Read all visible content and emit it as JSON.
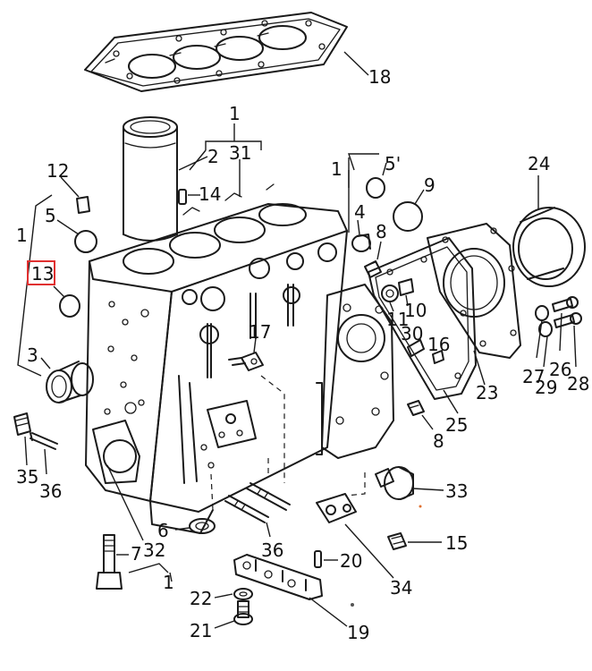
{
  "callouts": {
    "c1a": "1",
    "c1b": "1",
    "c1c": "1",
    "c1d": "1",
    "c2": "2",
    "c3": "3",
    "c4": "4",
    "c5": "5",
    "c5p": "5'",
    "c6": "6",
    "c7": "7",
    "c8a": "8",
    "c8b": "8",
    "c9": "9",
    "c10": "10",
    "c11": "11",
    "c12": "12",
    "c13": "13",
    "c14": "14",
    "c15": "15",
    "c16": "16",
    "c17": "17",
    "c18": "18",
    "c19": "19",
    "c20": "20",
    "c21": "21",
    "c22": "22",
    "c23": "23",
    "c24": "24",
    "c25": "25",
    "c26": "26",
    "c27": "27",
    "c28": "28",
    "c29": "29",
    "c30": "30",
    "c31": "31",
    "c32": "32",
    "c33": "33",
    "c34": "34",
    "c35": "35",
    "c36a": "36",
    "c36b": "36"
  },
  "highlight": {
    "callout": "13",
    "color": "#e03030"
  },
  "ink_color": "#1a1a1a"
}
